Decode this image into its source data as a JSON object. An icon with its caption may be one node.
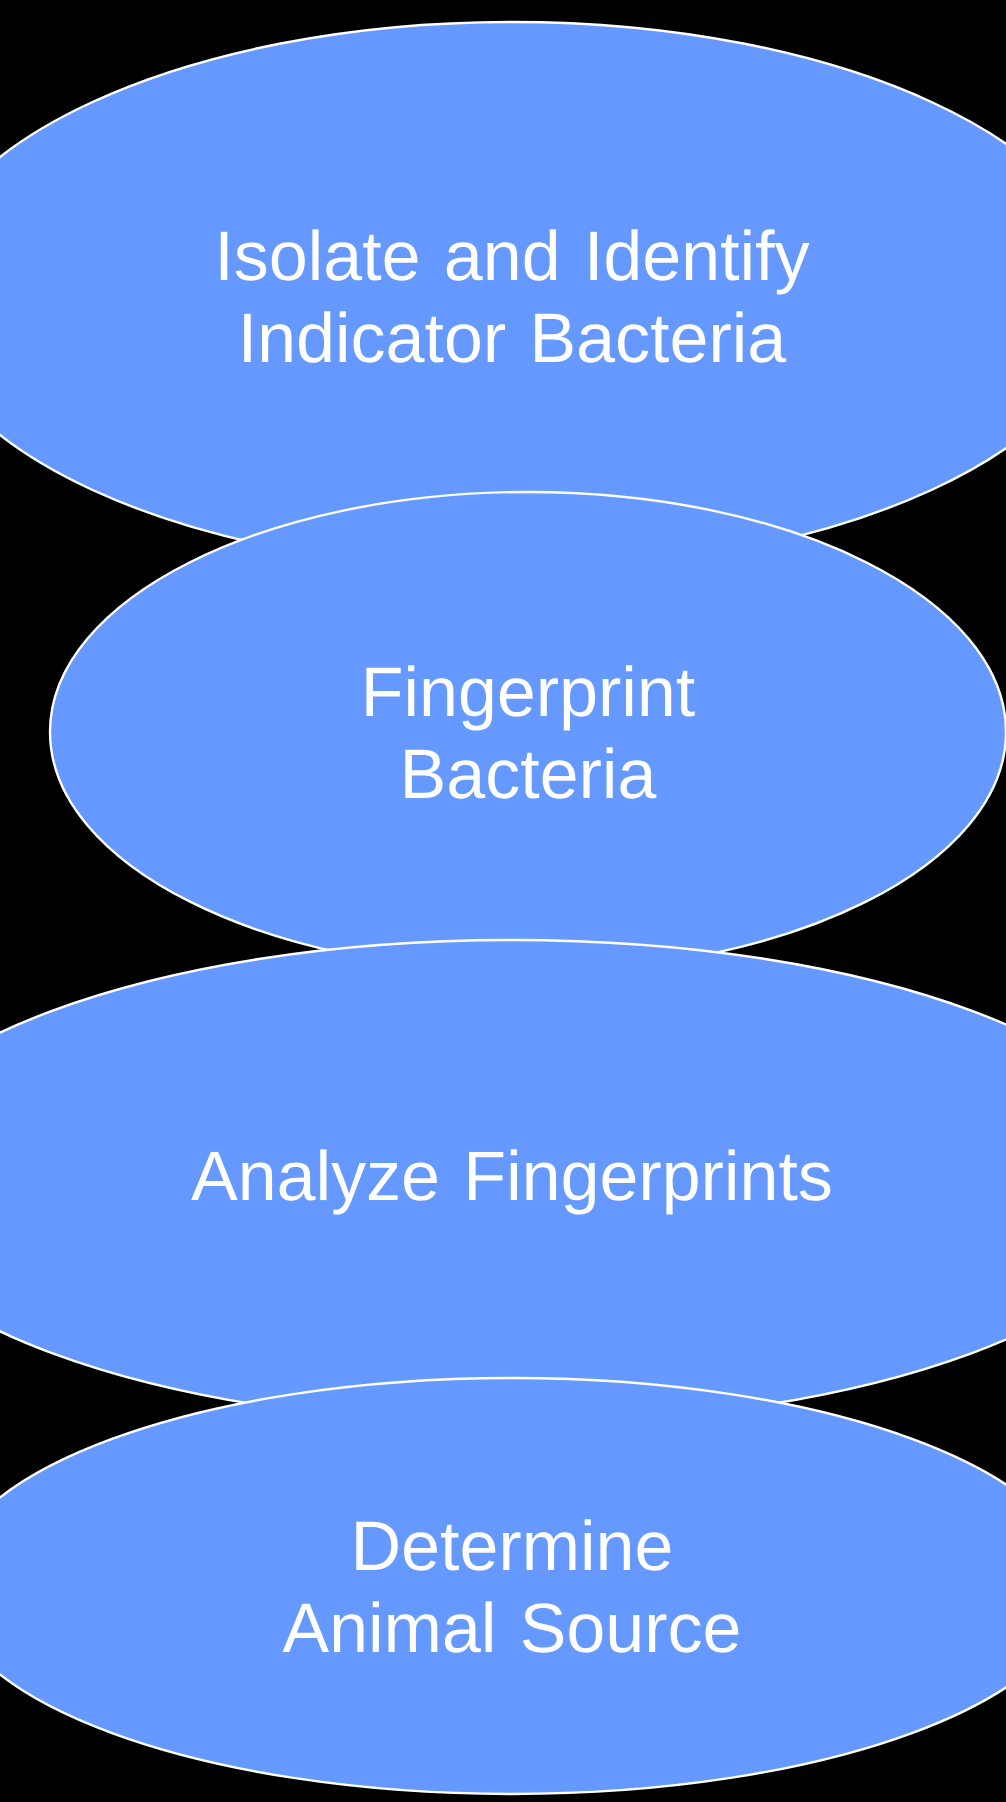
{
  "diagram": {
    "nodes": [
      {
        "text": [
          "Isolate and Identify Indicator Bacteria"
        ]
      },
      {
        "text": [
          "Fingerprint Bacteria"
        ]
      },
      {
        "text": [
          "Analyze Fingerprints"
        ]
      },
      {
        "text": [
          "Determine Animal Source"
        ]
      }
    ]
  }
}
